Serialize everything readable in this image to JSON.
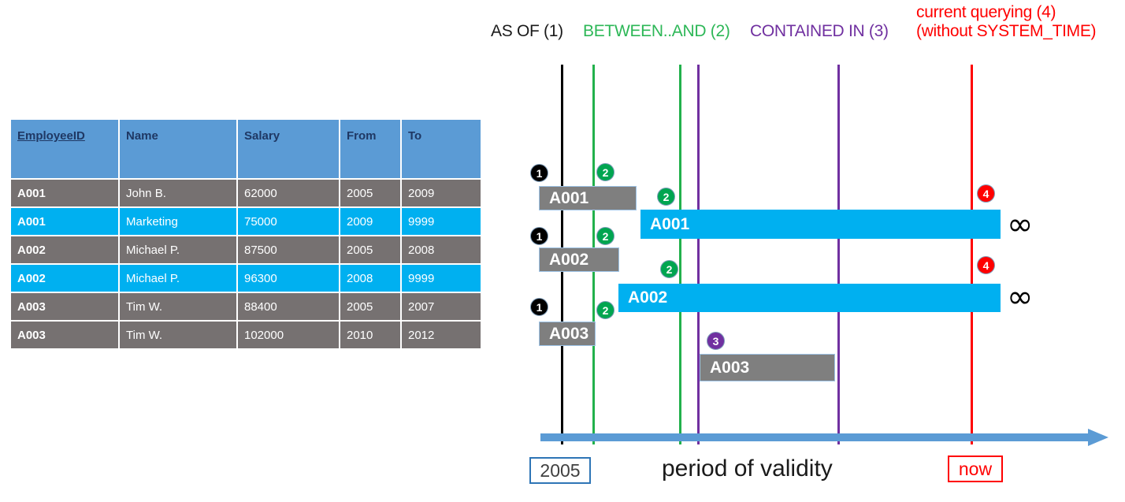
{
  "table": {
    "columns": [
      {
        "key": "employee_id",
        "label": "EmployeeID",
        "underline": true
      },
      {
        "key": "name",
        "label": "Name",
        "underline": false
      },
      {
        "key": "salary",
        "label": "Salary",
        "underline": false
      },
      {
        "key": "from",
        "label": "From",
        "underline": false
      },
      {
        "key": "to",
        "label": "To",
        "underline": false
      }
    ],
    "rows": [
      {
        "employee_id": "A001",
        "name": "John  B.",
        "salary": "62000",
        "from": "2005",
        "to": "2009",
        "style": "gray"
      },
      {
        "employee_id": "A001",
        "name": "Marketing",
        "salary": "75000",
        "from": "2009",
        "to": "9999",
        "style": "cyan"
      },
      {
        "employee_id": "A002",
        "name": "Michael P.",
        "salary": "87500",
        "from": "2005",
        "to": "2008",
        "style": "gray"
      },
      {
        "employee_id": "A002",
        "name": "Michael P.",
        "salary": "96300",
        "from": "2008",
        "to": "9999",
        "style": "cyan"
      },
      {
        "employee_id": "A003",
        "name": "Tim W.",
        "salary": "88400",
        "from": "2005",
        "to": "2007",
        "style": "gray"
      },
      {
        "employee_id": "A003",
        "name": "Tim W.",
        "salary": "102000",
        "from": "2010",
        "to": "2012",
        "style": "gray"
      }
    ]
  },
  "diagram": {
    "legend": [
      {
        "id": "asof",
        "text": "AS OF (1)",
        "color": "#1a1a1a"
      },
      {
        "id": "between",
        "text": "BETWEEN..AND (2)",
        "color": "#2DB757"
      },
      {
        "id": "contained",
        "text": "CONTAINED IN (3)",
        "color": "#7030A0"
      }
    ],
    "legend_current_line1": "current querying (4)",
    "legend_current_line2": "(without SYSTEM_TIME)",
    "bars": [
      {
        "id": "a001-gray",
        "label": "A001",
        "style": "gray"
      },
      {
        "id": "a001-cyan",
        "label": "A001",
        "style": "cyan"
      },
      {
        "id": "a002-gray",
        "label": "A002",
        "style": "gray"
      },
      {
        "id": "a002-cyan",
        "label": "A002",
        "style": "cyan"
      },
      {
        "id": "a003-gray-1",
        "label": "A003",
        "style": "gray"
      },
      {
        "id": "a003-gray-2",
        "label": "A003",
        "style": "gray"
      }
    ],
    "markers": [
      {
        "id": "m1-a001",
        "text": "1",
        "kind": "m1"
      },
      {
        "id": "m2-a001-gray",
        "text": "2",
        "kind": "m2"
      },
      {
        "id": "m2-a001-cyan",
        "text": "2",
        "kind": "m2"
      },
      {
        "id": "m1-a002",
        "text": "1",
        "kind": "m1"
      },
      {
        "id": "m2-a002-gray",
        "text": "2",
        "kind": "m2"
      },
      {
        "id": "m2-a002-cyan",
        "text": "2",
        "kind": "m2"
      },
      {
        "id": "m1-a003",
        "text": "1",
        "kind": "m1"
      },
      {
        "id": "m2-a003",
        "text": "2",
        "kind": "m2"
      },
      {
        "id": "m3-a003",
        "text": "3",
        "kind": "m3"
      },
      {
        "id": "m4-a001",
        "text": "4",
        "kind": "m4"
      },
      {
        "id": "m4-a002",
        "text": "4",
        "kind": "m4"
      }
    ],
    "infinity_symbol": "∞",
    "axis": {
      "start_label": "2005",
      "end_label": "now",
      "caption": "period of validity"
    }
  },
  "colors": {
    "header_blue": "#5B9BD5",
    "header_text": "#1F3864",
    "row_gray": "#767171",
    "row_cyan": "#00B0F0",
    "bar_gray": "#7F7F7F",
    "bar_cyan": "#00B0F0",
    "green": "#22B14C",
    "purple": "#7030A0",
    "red": "#FF0000",
    "axis_blue": "#5B9BD5"
  }
}
